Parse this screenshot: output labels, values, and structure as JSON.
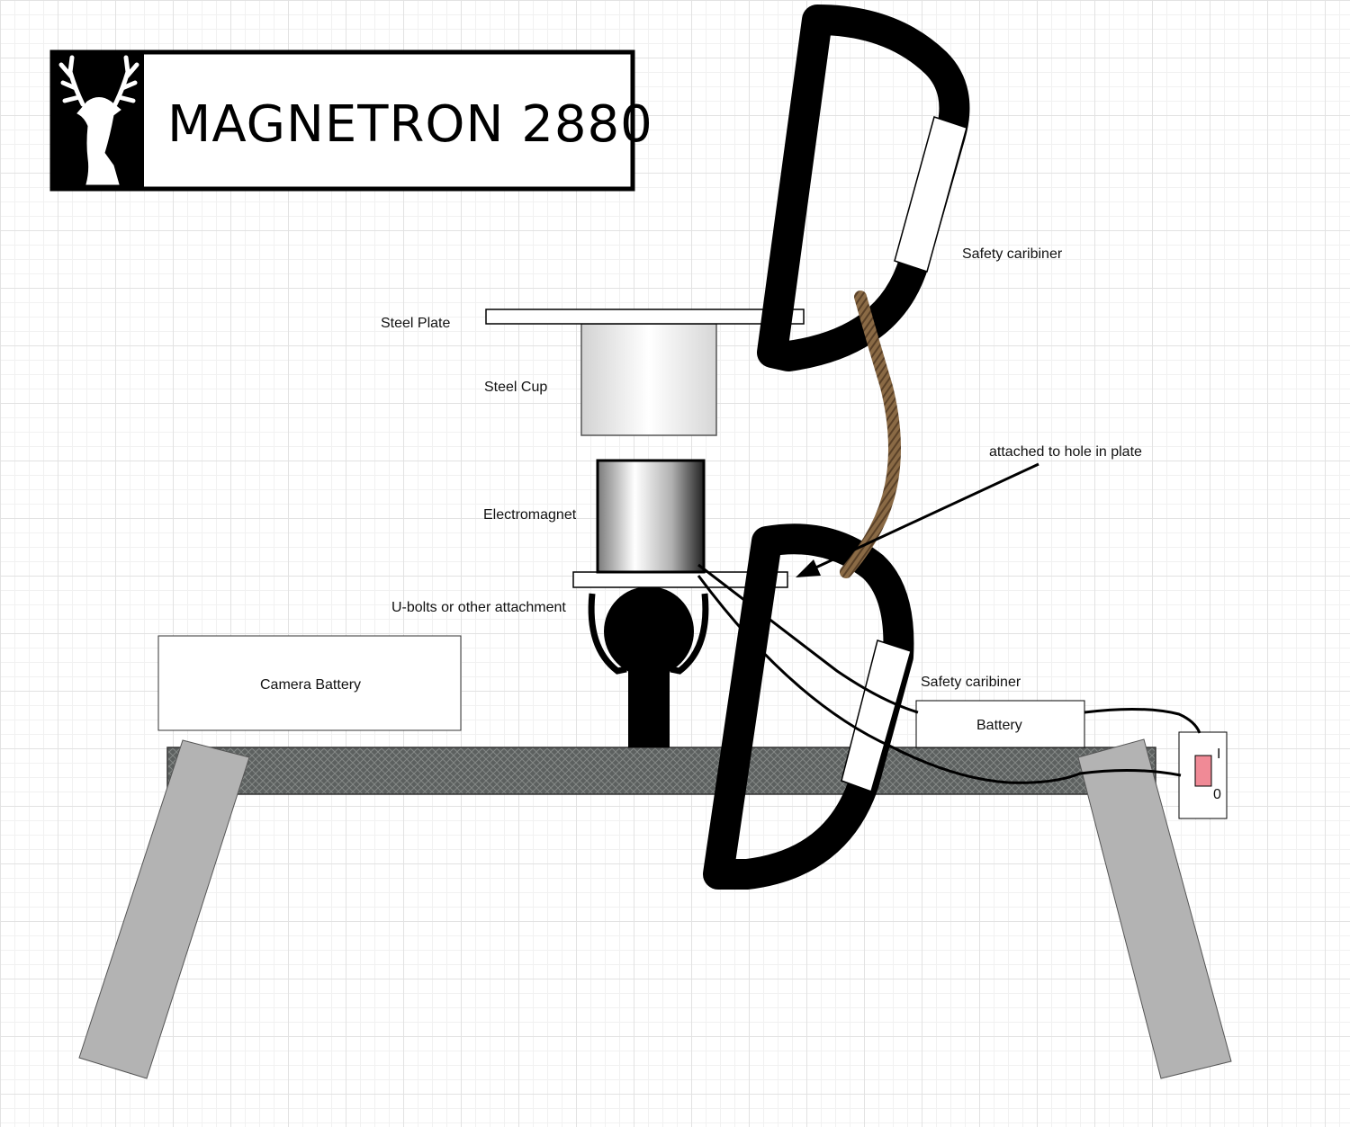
{
  "title": "MAGNETRON 2880",
  "logo": {
    "icon": "deer-head-icon"
  },
  "labels": {
    "steel_plate": "Steel Plate",
    "steel_cup": "Steel Cup",
    "electromagnet": "Electromagnet",
    "u_bolts": "U-bolts or other attachment",
    "camera_battery": "Camera Battery",
    "safety_caribiner_top": "Safety caribiner",
    "safety_caribiner_bottom": "Safety caribiner",
    "attached_note": "attached to hole in plate",
    "battery": "Battery",
    "switch_on": "I",
    "switch_off": "0"
  },
  "colors": {
    "rope": "#8a6a45",
    "switch_rocker": "#f08a96",
    "legs": "#b3b3b3",
    "beam": "#5c605f"
  }
}
